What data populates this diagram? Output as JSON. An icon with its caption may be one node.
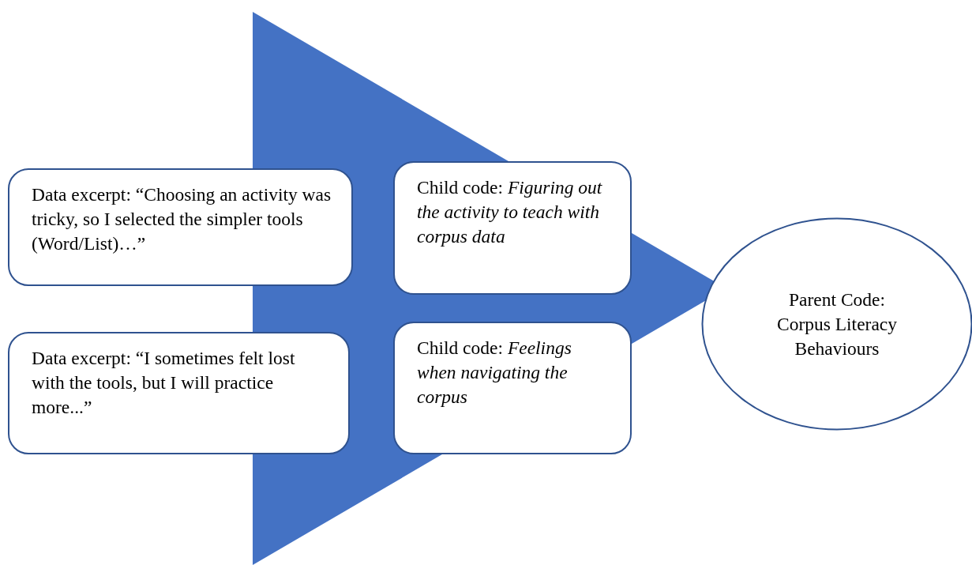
{
  "diagram": {
    "nodes": [
      {
        "text": [
          "Data excerpt: “Choosing an activity was tricky, so I selected the simpler tools (Word/List)…”"
        ]
      },
      {
        "text": [
          "Data excerpt: “I sometimes felt lost with the tools, but I will practice more...”"
        ]
      },
      {
        "text": [
          "Child code: *Figuring out the activity to teach with corpus data*"
        ]
      },
      {
        "text": [
          "Child code: *Feelings when navigating the corpus*"
        ]
      },
      {
        "text": [
          "Parent Code: Corpus Literacy Behaviours"
        ]
      }
    ]
  }
}
